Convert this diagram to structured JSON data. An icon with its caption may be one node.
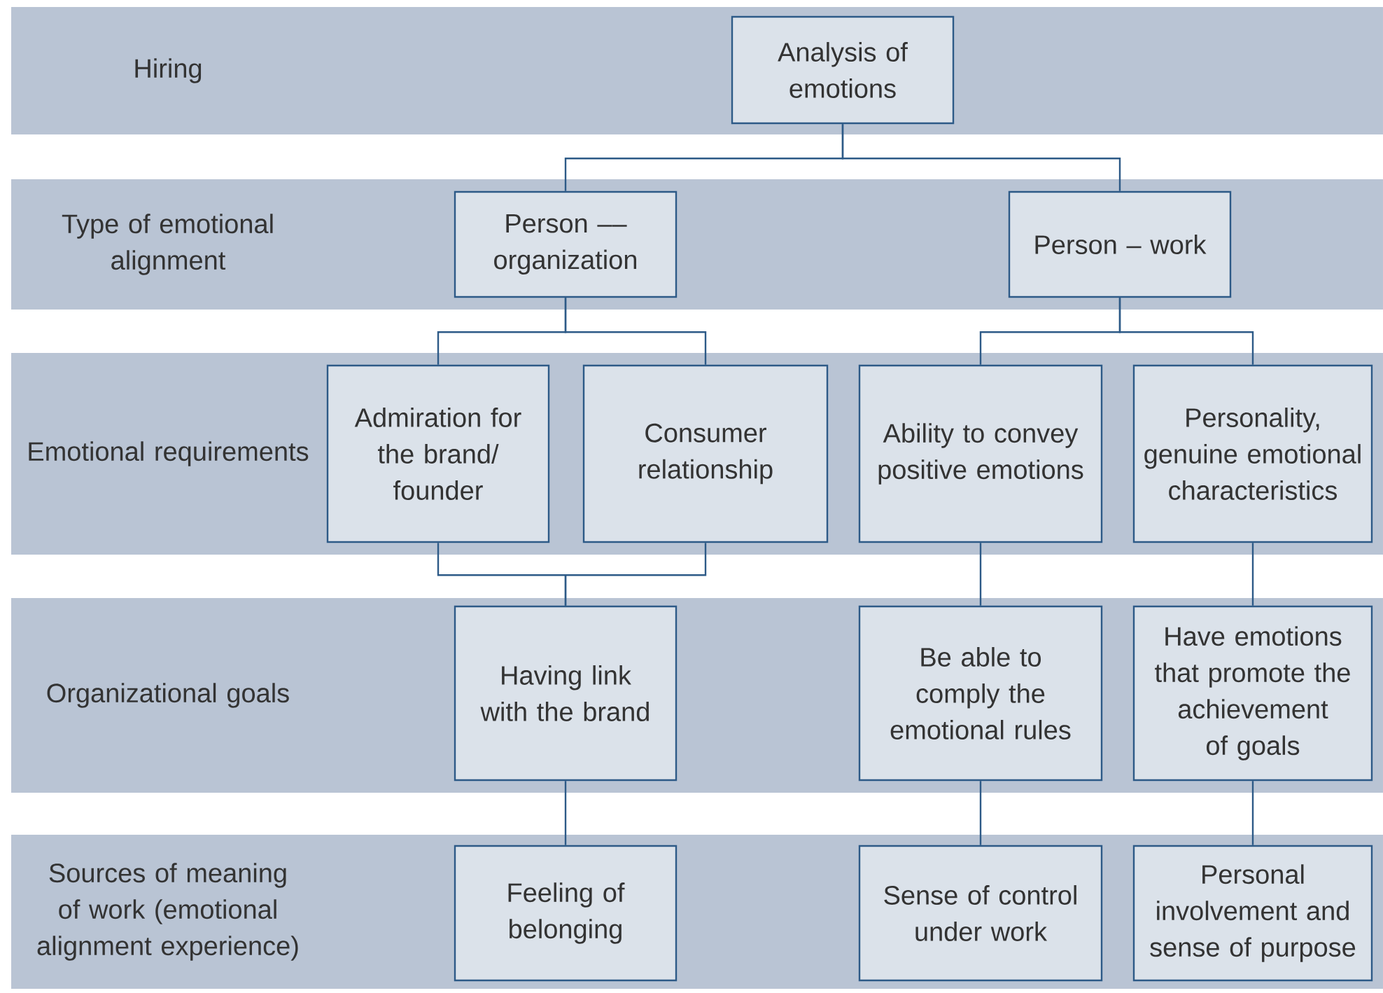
{
  "diagram": {
    "nodes": [
      {
        "text": [
          "Hiring"
        ]
      },
      {
        "text": [
          "Analysis of emotions"
        ],
        "in": 0
      },
      {
        "text": [
          "Type of emotional alignment"
        ]
      },
      {
        "text": [
          "Person –– organization"
        ],
        "in": 2
      },
      {
        "text": [
          "Person – work"
        ],
        "in": 2
      },
      {
        "text": [
          "Emotional requirements"
        ]
      },
      {
        "text": [
          "Admiration for the brand/ founder"
        ],
        "in": 5
      },
      {
        "text": [
          "Consumer relationship"
        ],
        "in": 5
      },
      {
        "text": [
          "Ability to convey positive emotions"
        ],
        "in": 5
      },
      {
        "text": [
          "Personality, genuine emotional characteristics"
        ],
        "in": 5
      },
      {
        "text": [
          "Organizational goals"
        ]
      },
      {
        "text": [
          "Having link with the brand"
        ],
        "in": 10
      },
      {
        "text": [
          "Be able to comply the emotional rules"
        ],
        "in": 10
      },
      {
        "text": [
          "Have emotions that promote the achievement of goals"
        ],
        "in": 10
      },
      {
        "text": [
          "Sources of meaning of work (emotional alignment experience)"
        ]
      },
      {
        "text": [
          "Feeling of belonging"
        ],
        "in": 14
      },
      {
        "text": [
          "Sense of control under work"
        ],
        "in": 14
      },
      {
        "text": [
          "Personal involvement and sense of purpose"
        ],
        "in": 14
      }
    ],
    "edges": [
      {
        "from": 1,
        "to": 3,
        "arrow": "none"
      },
      {
        "from": 1,
        "to": 4,
        "arrow": "none"
      },
      {
        "from": 3,
        "to": 6,
        "arrow": "none"
      },
      {
        "from": 3,
        "to": 7,
        "arrow": "none"
      },
      {
        "from": 4,
        "to": 8,
        "arrow": "none"
      },
      {
        "from": 4,
        "to": 9,
        "arrow": "none"
      },
      {
        "from": 6,
        "to": 11,
        "arrow": "none"
      },
      {
        "from": 7,
        "to": 11,
        "arrow": "none"
      },
      {
        "from": 8,
        "to": 12,
        "arrow": "none"
      },
      {
        "from": 9,
        "to": 13,
        "arrow": "none"
      },
      {
        "from": 11,
        "to": 15,
        "arrow": "none"
      },
      {
        "from": 12,
        "to": 16,
        "arrow": "none"
      },
      {
        "from": 13,
        "to": 17,
        "arrow": "none"
      }
    ]
  }
}
